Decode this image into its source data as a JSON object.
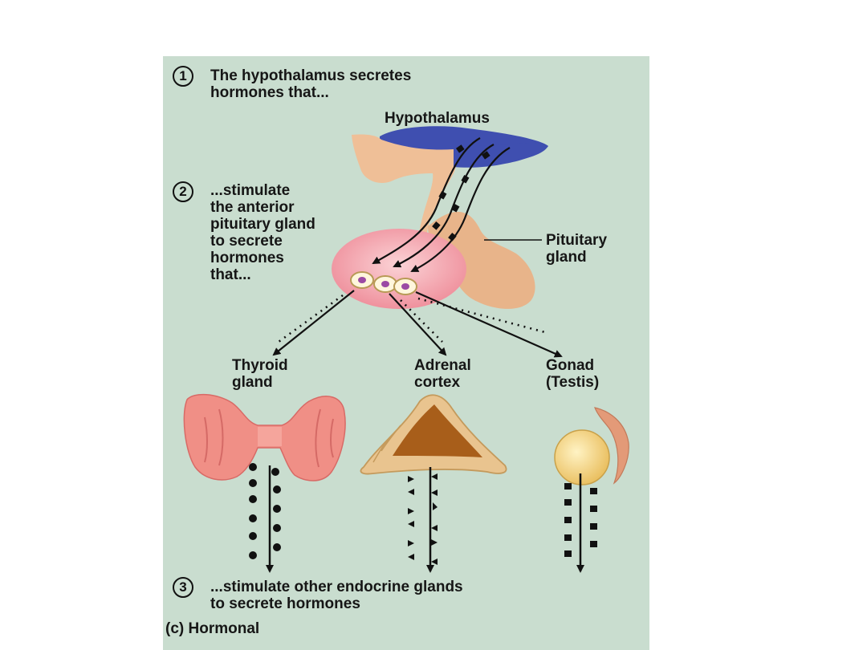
{
  "steps": [
    {
      "number": "1",
      "text": "The hypothalamus secretes\nhormones that..."
    },
    {
      "number": "2",
      "text": "...stimulate\nthe anterior\npituitary gland\nto secrete\nhormones\nthat..."
    },
    {
      "number": "3",
      "text": "...stimulate other endocrine glands\nto secrete hormones"
    }
  ],
  "labels": {
    "hypothalamus": "Hypothalamus",
    "pituitary": "Pituitary\ngland",
    "thyroid": "Thyroid\ngland",
    "adrenal": "Adrenal\ncortex",
    "gonad": "Gonad\n(Testis)"
  },
  "caption": "(c) Hormonal",
  "colors": {
    "background": "#c9ddcf",
    "hypothalamus": "#3f4fb0",
    "anterior_pituitary": "#f29aa6",
    "posterior_pituitary": "#e8b48a",
    "thyroid": "#f08f86",
    "adrenal": "#e9c48f",
    "testis": "#f3d580"
  }
}
